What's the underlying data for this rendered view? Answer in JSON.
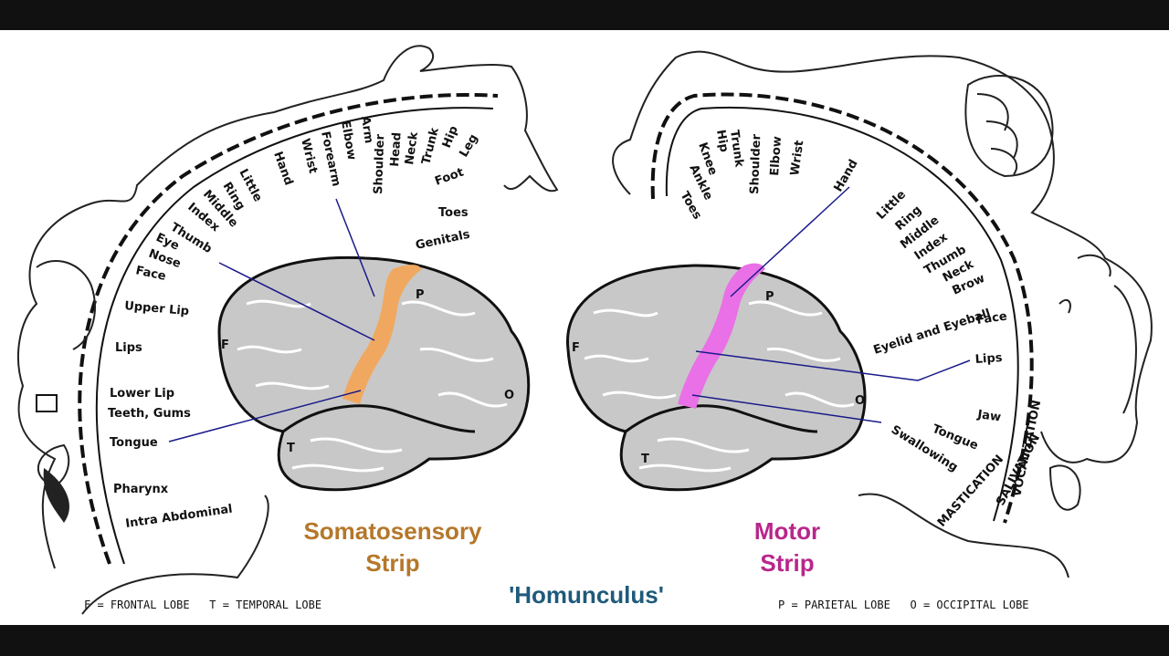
{
  "colors": {
    "somatosensory": "#f0a860",
    "motor": "#e970e6",
    "somatosensory_text": "#b5772a",
    "motor_text": "#b8268b",
    "title": "#1f5a7a"
  },
  "title": "'Homunculus'",
  "captions": {
    "somatosensory": [
      "Somatosensory",
      "Strip"
    ],
    "motor": [
      "Motor",
      "Strip"
    ]
  },
  "legend": {
    "left": "F = FRONTAL LOBE   T = TEMPORAL LOBE",
    "right": "P = PARIETAL LOBE   O = OCCIPITAL LOBE"
  },
  "lobe_letters": {
    "frontal": "F",
    "parietal": "P",
    "occipital": "O",
    "temporal": "T"
  },
  "somatosensory_labels": [
    "Intra Abdominal",
    "Pharynx",
    "Tongue",
    "Teeth, Gums",
    "Lower Lip",
    "Lips",
    "Upper Lip",
    "Face",
    "Nose",
    "Eye",
    "Thumb",
    "Index",
    "Middle",
    "Ring",
    "Little",
    "Hand",
    "Wrist",
    "Forearm",
    "Elbow",
    "Arm",
    "Shoulder",
    "Head",
    "Neck",
    "Trunk",
    "Hip",
    "Leg",
    "Foot",
    "Toes",
    "Genitals"
  ],
  "motor_labels": [
    "Toes",
    "Ankle",
    "Knee",
    "Hip",
    "Trunk",
    "Shoulder",
    "Elbow",
    "Wrist",
    "Hand",
    "Little",
    "Ring",
    "Middle",
    "Index",
    "Thumb",
    "Neck",
    "Brow",
    "Eyelid and Eyeball",
    "Face",
    "Lips",
    "Jaw",
    "Tongue",
    "Swallowing",
    "MASTICATION",
    "SALIVATION",
    "VOCALIZATION"
  ]
}
